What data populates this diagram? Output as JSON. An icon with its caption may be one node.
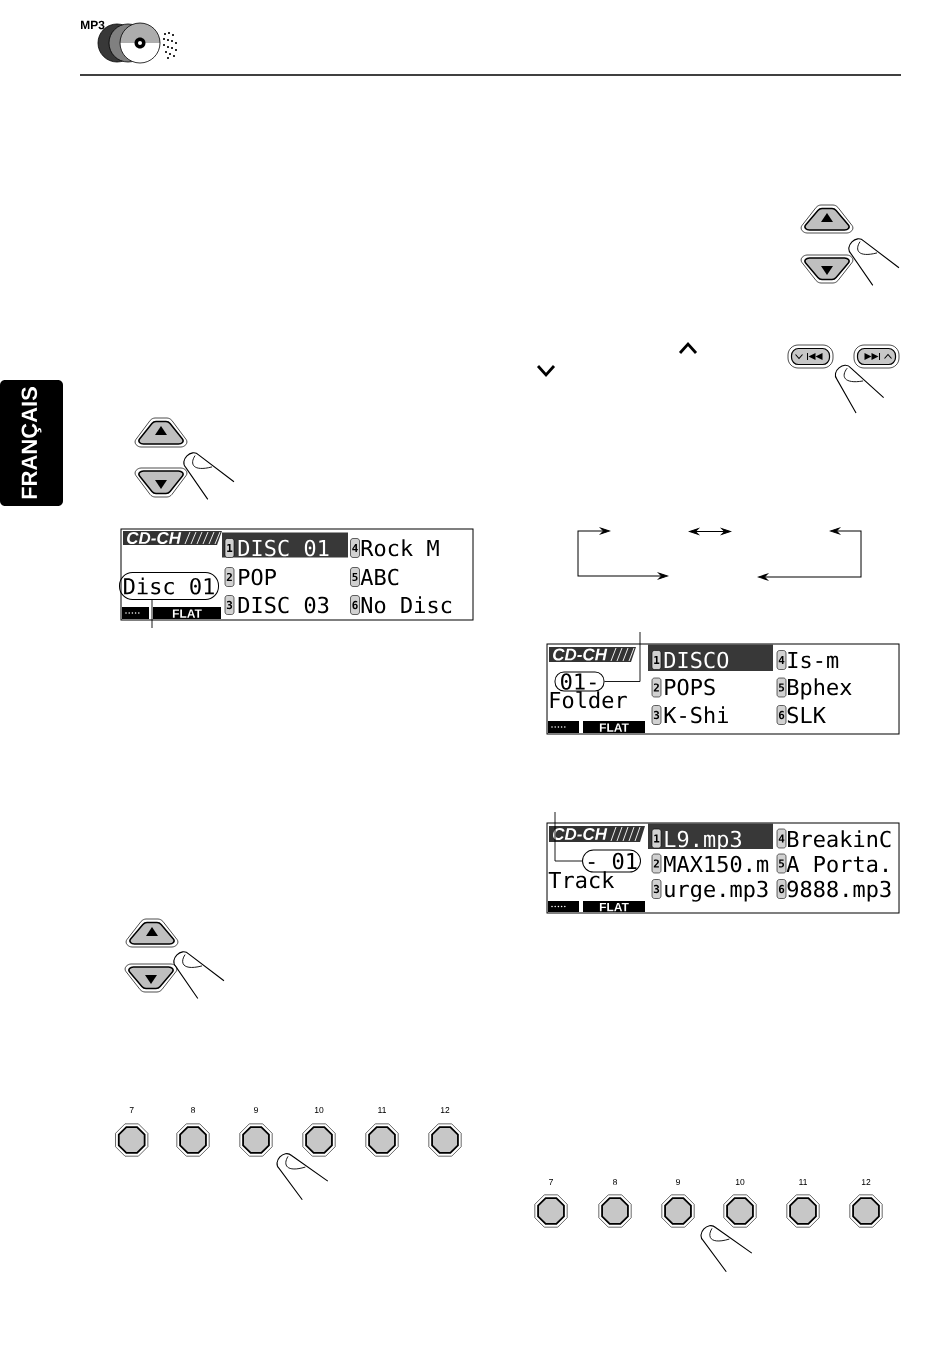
{
  "diagram": {
    "nodes": [
      {
        "text": [
          "FRANÇAIS"
        ]
      },
      {
        "text": [
          "CD-CH",
          "1",
          "DISC 01",
          "4",
          "Rock M",
          "2",
          "POP",
          "5",
          "ABC",
          "3",
          "DISC 03",
          "6",
          "No Disc",
          "FLAT"
        ]
      },
      {
        "text": [
          "Disc 01"
        ],
        "in": 1
      },
      {
        "text": [
          "CD-CH",
          "1",
          "DISCO",
          "4",
          "Is-m",
          "2",
          "POPS",
          "5",
          "Bphex",
          "Folder",
          "3",
          "K-Shi",
          "6",
          "SLK",
          "FLAT"
        ]
      },
      {
        "text": [
          "01-"
        ],
        "in": 3
      },
      {
        "text": [
          "CD-CH",
          "1",
          "L9.mp3",
          "4",
          "BreakinC",
          "2",
          "MAX150.m",
          "5",
          "A Porta.",
          "Track",
          "3",
          "urge.mp3",
          "6",
          "9888.mp3",
          "FLAT"
        ]
      },
      {
        "text": [
          "- 01"
        ],
        "in": 5
      }
    ],
    "edges": [
      {
        "from": 2,
        "to": null,
        "arrow": "none"
      },
      {
        "from": 4,
        "to": null,
        "arrow": "none"
      },
      {
        "from": 6,
        "to": null,
        "arrow": "none"
      }
    ],
    "labels": [
      "MP3",
      "7",
      "8",
      "9",
      "10",
      "11",
      "12",
      "7",
      "8",
      "9",
      "10",
      "11",
      "12"
    ]
  }
}
